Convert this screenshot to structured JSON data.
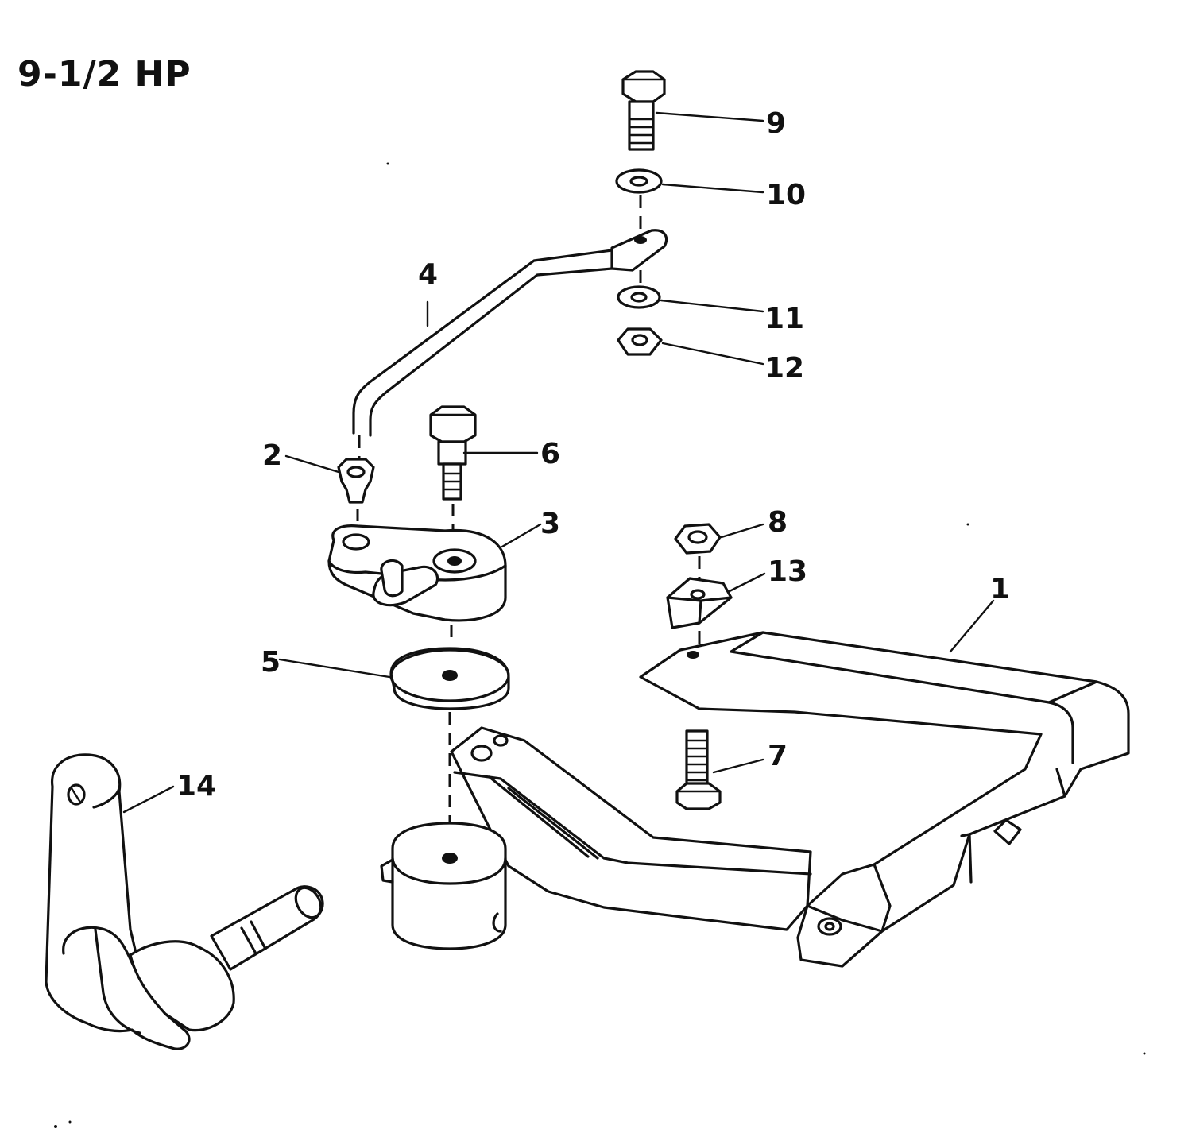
{
  "title": "9-1/2 HP",
  "callouts": [
    {
      "id": "1",
      "label": "1"
    },
    {
      "id": "2",
      "label": "2"
    },
    {
      "id": "3",
      "label": "3"
    },
    {
      "id": "4",
      "label": "4"
    },
    {
      "id": "5",
      "label": "5"
    },
    {
      "id": "6",
      "label": "6"
    },
    {
      "id": "7",
      "label": "7"
    },
    {
      "id": "8",
      "label": "8"
    },
    {
      "id": "9",
      "label": "9"
    },
    {
      "id": "10",
      "label": "10"
    },
    {
      "id": "11",
      "label": "11"
    },
    {
      "id": "12",
      "label": "12"
    },
    {
      "id": "13",
      "label": "13"
    },
    {
      "id": "14",
      "label": "14"
    }
  ],
  "colors": {
    "ink": "#111111",
    "paper": "#ffffff"
  }
}
